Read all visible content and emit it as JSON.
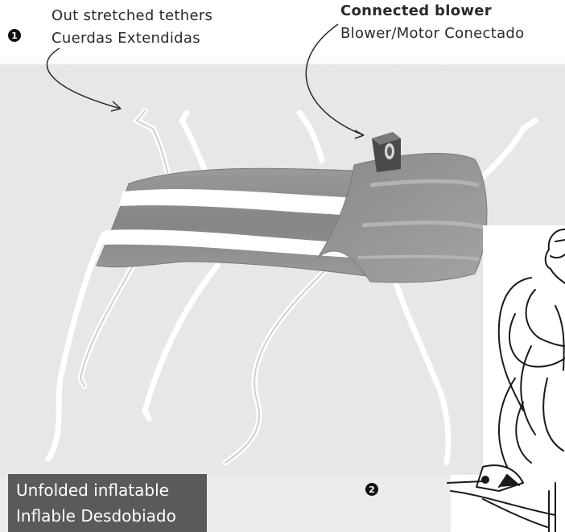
{
  "steps": {
    "step1": "1",
    "step2": "2"
  },
  "callouts": {
    "tethers_en": "Out stretched tethers",
    "tethers_es": "Cuerdas Extendidas",
    "blower_en": "Connected blower",
    "blower_es": "Blower/Motor Conectado"
  },
  "caption": {
    "line1": "Unfolded inflatable",
    "line2": "Inflable Desdobiado"
  },
  "colors": {
    "inflatable": "#8f8f8f",
    "stripes": "#ffffff",
    "caption_bg": "#5a5a5a",
    "lawn": "#e6e6e6"
  }
}
